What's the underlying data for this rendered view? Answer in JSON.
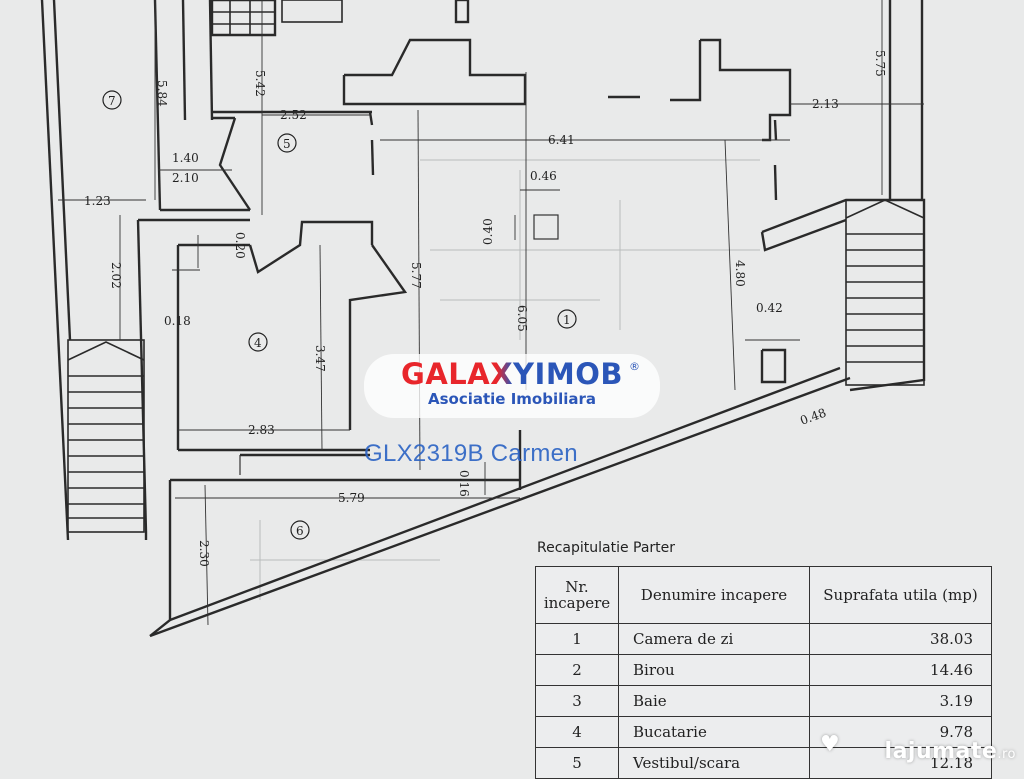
{
  "plan": {
    "rooms": [
      "1",
      "4",
      "5",
      "6",
      "7"
    ],
    "dimensions": {
      "d584": "5.84",
      "d542": "5.42",
      "d575": "5.75",
      "d252": "2.52",
      "d213": "2.13",
      "d641": "6.41",
      "d140": "1.40",
      "d210": "2.10",
      "d046": "0.46",
      "d123": "1.23",
      "d040": "0.40",
      "d480": "4.80",
      "d605": "6.05",
      "d577": "5.77",
      "d020": "0.20",
      "d202": "2.02",
      "d018": "0.18",
      "d347": "3.47",
      "d042": "0.42",
      "d283": "2.83",
      "d048": "0.48",
      "d016": "0.16",
      "d579": "5.79",
      "d230": "2.30"
    }
  },
  "watermark": {
    "brand": "GALAXYIMOB",
    "registered": "®",
    "subtitle": "Asociatie Imobiliara",
    "listing_code": "GLX2319B  Carmen",
    "brand_colors": {
      "red": "#e8262b",
      "blue": "#2b56b8"
    }
  },
  "recap": {
    "title": "Recapitulatie Parter",
    "headers": {
      "number": "Nr. incapere",
      "name": "Denumire incapere",
      "area": "Suprafata utila (mp)"
    },
    "rows": [
      {
        "nr": "1",
        "name": "Camera de zi",
        "area": "38.03"
      },
      {
        "nr": "2",
        "name": "Birou",
        "area": "14.46"
      },
      {
        "nr": "3",
        "name": "Baie",
        "area": "3.19"
      },
      {
        "nr": "4",
        "name": "Bucatarie",
        "area": "9.78"
      },
      {
        "nr": "5",
        "name": "Vestibul/scara",
        "area": "12.18"
      }
    ]
  },
  "site_badge": {
    "name": "lajumate",
    "tld": ".ro",
    "icon": "heart-icon"
  }
}
